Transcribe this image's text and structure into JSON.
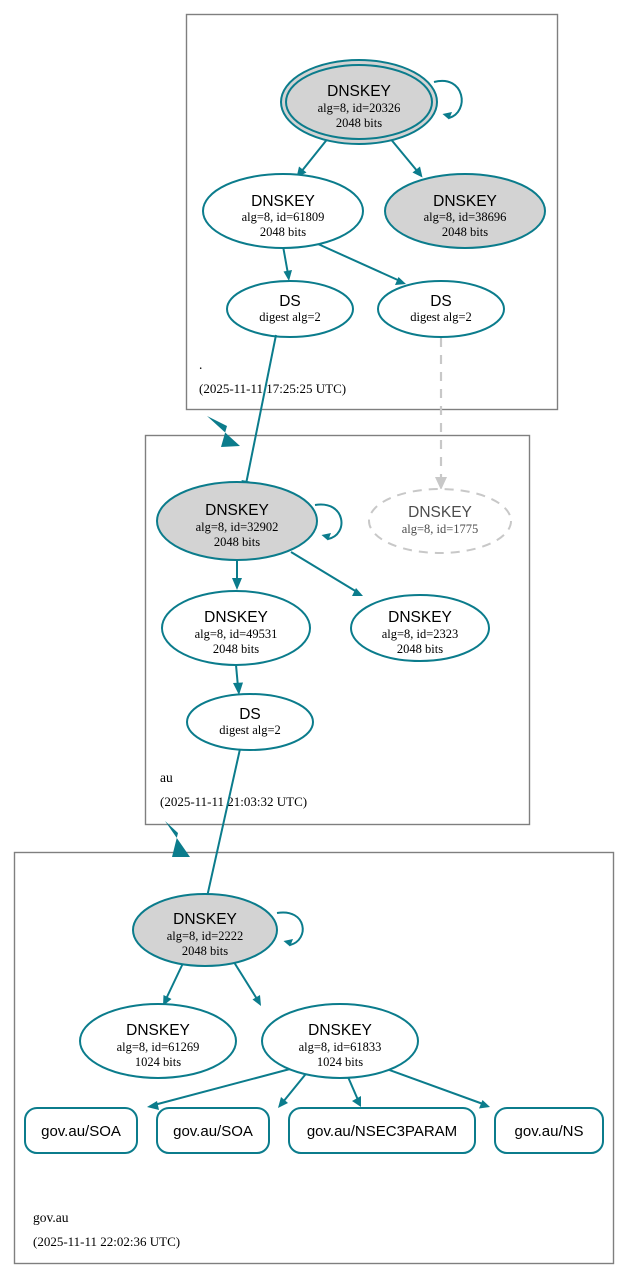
{
  "diagram": {
    "kind": "dnssec-authentication-chain",
    "accent_color": "#0b7c8c",
    "secure_key_fill": "#d3d3d3",
    "plain_key_fill": "#ffffff",
    "insecure_color": "#c8c8c8",
    "zone_border_color": "#7f7f7f"
  },
  "zones": [
    {
      "id": "root",
      "label": ".",
      "timestamp": "(2025-11-11 17:25:25 UTC)",
      "nodes": [
        {
          "id": "root-ksk-20326",
          "type": "DNSKEY",
          "title": "DNSKEY",
          "line2": "alg=8, id=20326",
          "line3": "2048 bits",
          "style": "double-ellipse",
          "fill": "gray",
          "self_signed": true
        },
        {
          "id": "root-zsk-61809",
          "type": "DNSKEY",
          "title": "DNSKEY",
          "line2": "alg=8, id=61809",
          "line3": "2048 bits",
          "style": "ellipse",
          "fill": "white",
          "self_signed": false
        },
        {
          "id": "root-zsk-38696",
          "type": "DNSKEY",
          "title": "DNSKEY",
          "line2": "alg=8, id=38696",
          "line3": "2048 bits",
          "style": "ellipse",
          "fill": "gray",
          "self_signed": false
        },
        {
          "id": "root-ds-left",
          "type": "DS",
          "title": "DS",
          "line2": "digest alg=2",
          "line3": "",
          "style": "ellipse",
          "fill": "white",
          "self_signed": false
        },
        {
          "id": "root-ds-right",
          "type": "DS",
          "title": "DS",
          "line2": "digest alg=2",
          "line3": "",
          "style": "ellipse",
          "fill": "white",
          "self_signed": false
        }
      ]
    },
    {
      "id": "au",
      "label": "au",
      "timestamp": "(2025-11-11 21:03:32 UTC)",
      "nodes": [
        {
          "id": "au-ksk-32902",
          "type": "DNSKEY",
          "title": "DNSKEY",
          "line2": "alg=8, id=32902",
          "line3": "2048 bits",
          "style": "ellipse",
          "fill": "gray",
          "self_signed": true
        },
        {
          "id": "au-key-1775",
          "type": "DNSKEY",
          "title": "DNSKEY",
          "line2": "alg=8, id=1775",
          "line3": "",
          "style": "dashed-ellipse",
          "fill": "white",
          "self_signed": false
        },
        {
          "id": "au-zsk-49531",
          "type": "DNSKEY",
          "title": "DNSKEY",
          "line2": "alg=8, id=49531",
          "line3": "2048 bits",
          "style": "ellipse",
          "fill": "white",
          "self_signed": false
        },
        {
          "id": "au-zsk-2323",
          "type": "DNSKEY",
          "title": "DNSKEY",
          "line2": "alg=8, id=2323",
          "line3": "2048 bits",
          "style": "ellipse",
          "fill": "white",
          "self_signed": false
        },
        {
          "id": "au-ds",
          "type": "DS",
          "title": "DS",
          "line2": "digest alg=2",
          "line3": "",
          "style": "ellipse",
          "fill": "white",
          "self_signed": false
        }
      ]
    },
    {
      "id": "govau",
      "label": "gov.au",
      "timestamp": "(2025-11-11 22:02:36 UTC)",
      "nodes": [
        {
          "id": "govau-ksk-2222",
          "type": "DNSKEY",
          "title": "DNSKEY",
          "line2": "alg=8, id=2222",
          "line3": "2048 bits",
          "style": "ellipse",
          "fill": "gray",
          "self_signed": true
        },
        {
          "id": "govau-zsk-61269",
          "type": "DNSKEY",
          "title": "DNSKEY",
          "line2": "alg=8, id=61269",
          "line3": "1024 bits",
          "style": "ellipse",
          "fill": "white",
          "self_signed": false
        },
        {
          "id": "govau-zsk-61833",
          "type": "DNSKEY",
          "title": "DNSKEY",
          "line2": "alg=8, id=61833",
          "line3": "1024 bits",
          "style": "ellipse",
          "fill": "white",
          "self_signed": false
        }
      ],
      "rrsets": [
        {
          "id": "rrset-soa-1",
          "label": "gov.au/SOA"
        },
        {
          "id": "rrset-soa-2",
          "label": "gov.au/SOA"
        },
        {
          "id": "rrset-nsec3param",
          "label": "gov.au/NSEC3PARAM"
        },
        {
          "id": "rrset-ns",
          "label": "gov.au/NS"
        }
      ]
    }
  ]
}
